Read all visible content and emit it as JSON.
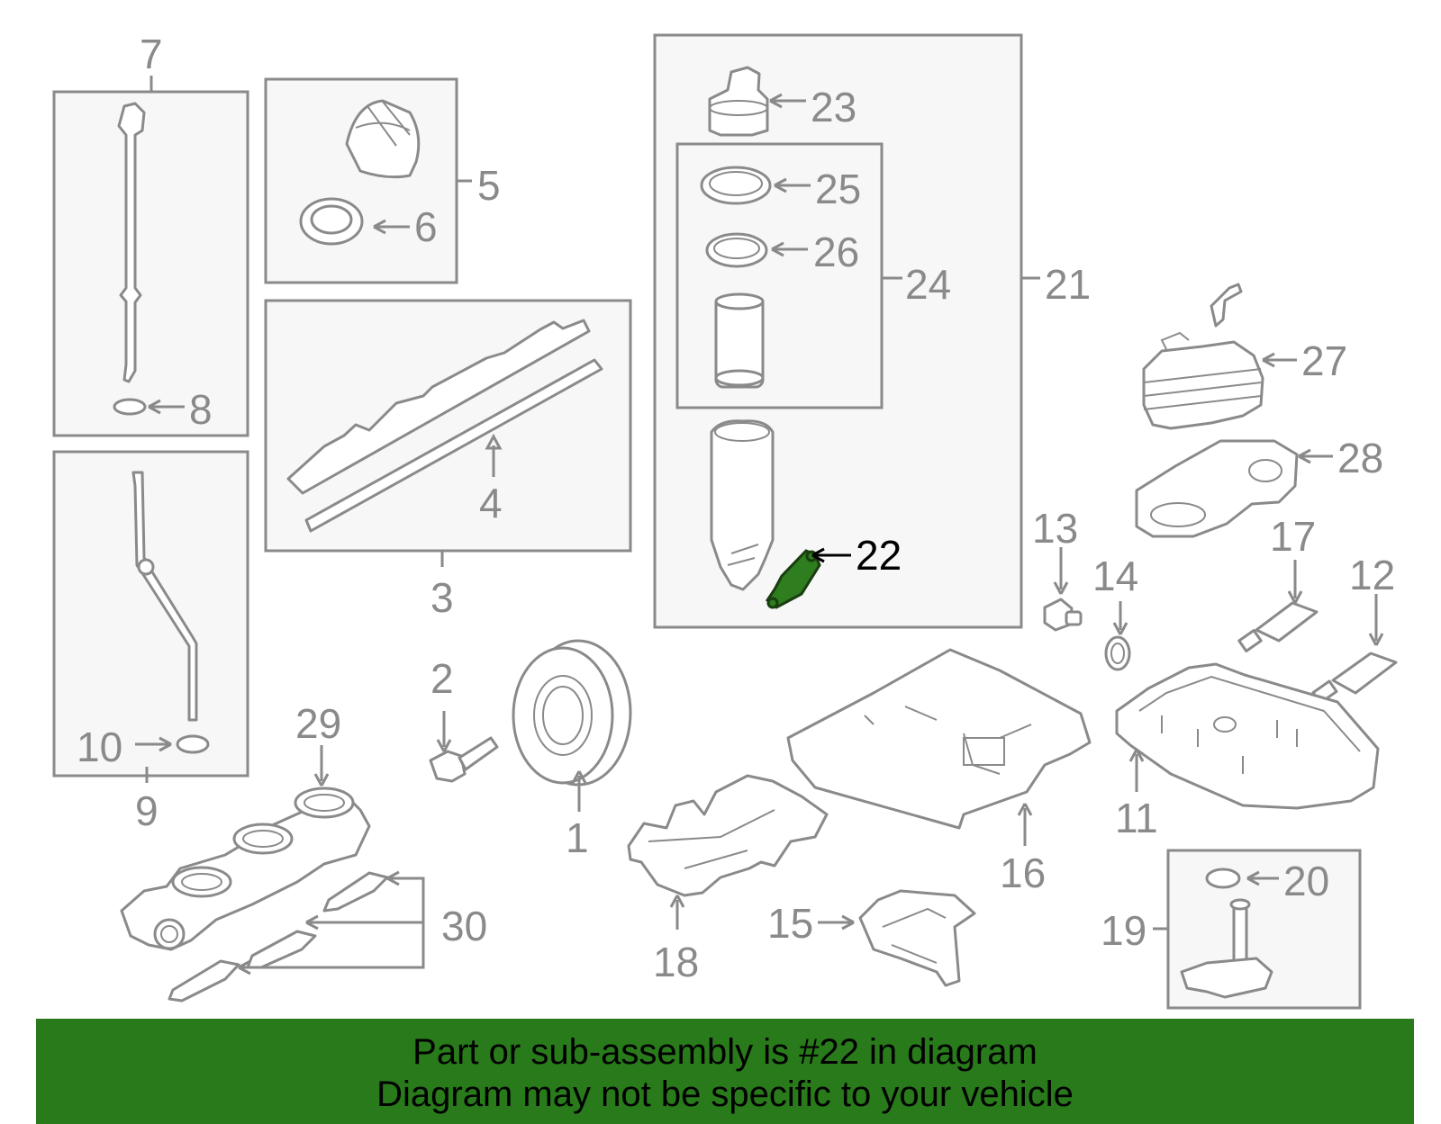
{
  "diagram": {
    "highlighted_part": "22",
    "highlight_color": "#2e7d1e",
    "labels": {
      "p1": "1",
      "p2": "2",
      "p3": "3",
      "p4": "4",
      "p5": "5",
      "p6": "6",
      "p7": "7",
      "p8": "8",
      "p9": "9",
      "p10": "10",
      "p11": "11",
      "p12": "12",
      "p13": "13",
      "p14": "14",
      "p15": "15",
      "p16": "16",
      "p17": "17",
      "p18": "18",
      "p19": "19",
      "p20": "20",
      "p21": "21",
      "p22": "22",
      "p23": "23",
      "p24": "24",
      "p25": "25",
      "p26": "26",
      "p27": "27",
      "p28": "28",
      "p29": "29",
      "p30": "30"
    }
  },
  "footer": {
    "line1": "Part or sub-assembly is #22 in diagram",
    "line2": "Diagram may not be specific to your vehicle",
    "background": "#287a1a"
  }
}
